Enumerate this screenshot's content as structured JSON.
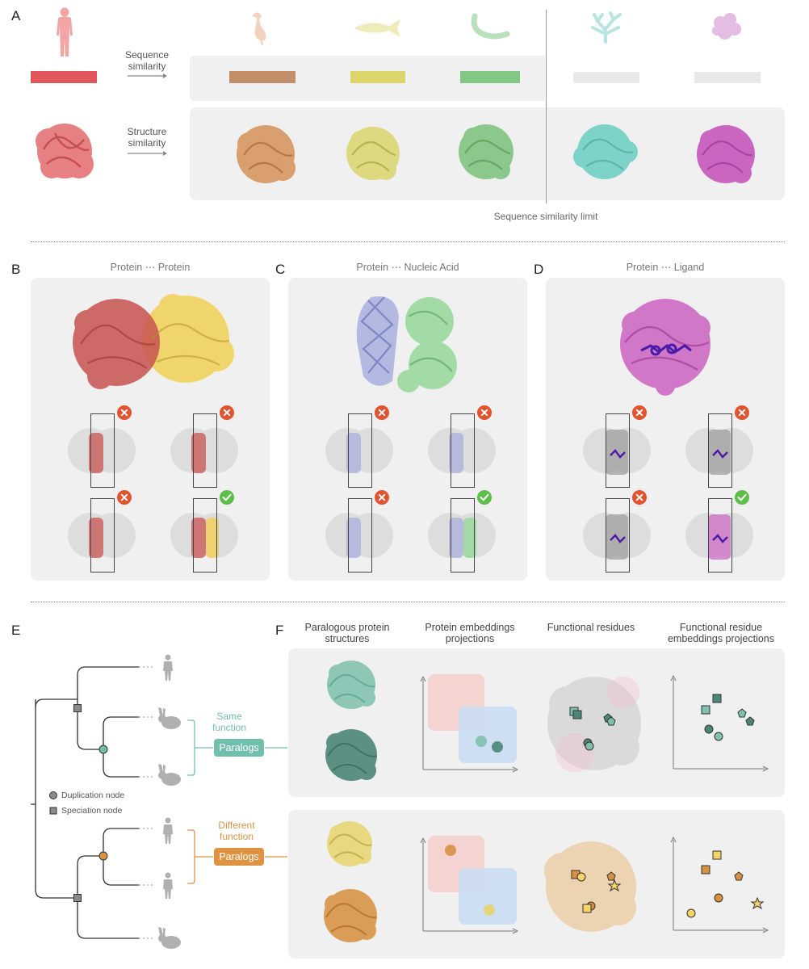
{
  "panel_letters": {
    "a": "A",
    "b": "B",
    "c": "C",
    "d": "D",
    "e": "E",
    "f": "F"
  },
  "panel_a": {
    "sequence_label": "Sequence\nsimilarity",
    "structure_label": "Structure\nsimilarity",
    "limit_label": "Sequence similarity limit",
    "colors": {
      "human": "#e0565a",
      "bird": "#c29068",
      "fish": "#dcd56a",
      "worm": "#82c784",
      "coral": "#7ed3c9",
      "sponge": "#c672c5",
      "none": "#e6e6e6"
    }
  },
  "panel_b": {
    "title": "Protein ⋯ Protein"
  },
  "panel_c": {
    "title": "Protein ⋯ Nucleic Acid"
  },
  "panel_d": {
    "title": "Protein ⋯ Ligand"
  },
  "panel_e": {
    "same_function": "Same\nfunction",
    "different_function": "Different\nfunction",
    "paralogs_1": "Paralogs",
    "paralogs_2": "Paralogs",
    "legend_duplication": "Duplication node",
    "legend_speciation": "Speciation node",
    "colors": {
      "teal": "#6fbfac",
      "orange": "#df9340"
    }
  },
  "panel_f": {
    "col1": "Paralogous protein\nstructures",
    "col2": "Protein embeddings\nprojections",
    "col3": "Functional residues",
    "col4": "Functional residue\nembeddings projections"
  }
}
